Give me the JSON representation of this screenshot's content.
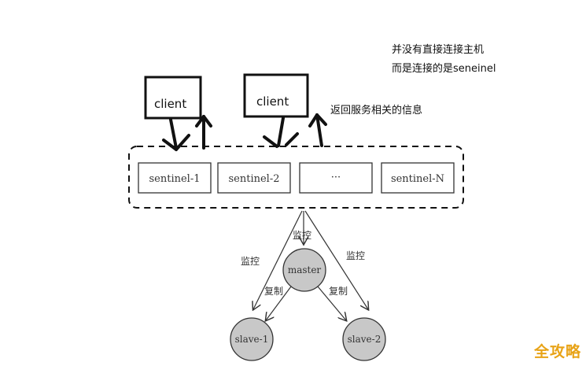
{
  "notes": {
    "line1": "并没有直接连接主机",
    "line2": "而是连接的是seneinel",
    "return_info": "返回服务相关的信息"
  },
  "clients": [
    {
      "label": "client"
    },
    {
      "label": "client"
    }
  ],
  "sentinels": [
    {
      "label": "sentinel-1"
    },
    {
      "label": "sentinel-2"
    },
    {
      "label": "···"
    },
    {
      "label": "sentinel-N"
    }
  ],
  "nodes": {
    "master": "master",
    "slave1": "slave-1",
    "slave2": "slave-2"
  },
  "edge_labels": {
    "monitor_center": "监控",
    "monitor_left": "监控",
    "monitor_right": "监控",
    "replicate_left": "复制",
    "replicate_right": "复制"
  },
  "watermark": "全攻略",
  "colors": {
    "node_fill": "#c8c8c8",
    "stroke": "#111111",
    "watermark": "#e8a317"
  }
}
